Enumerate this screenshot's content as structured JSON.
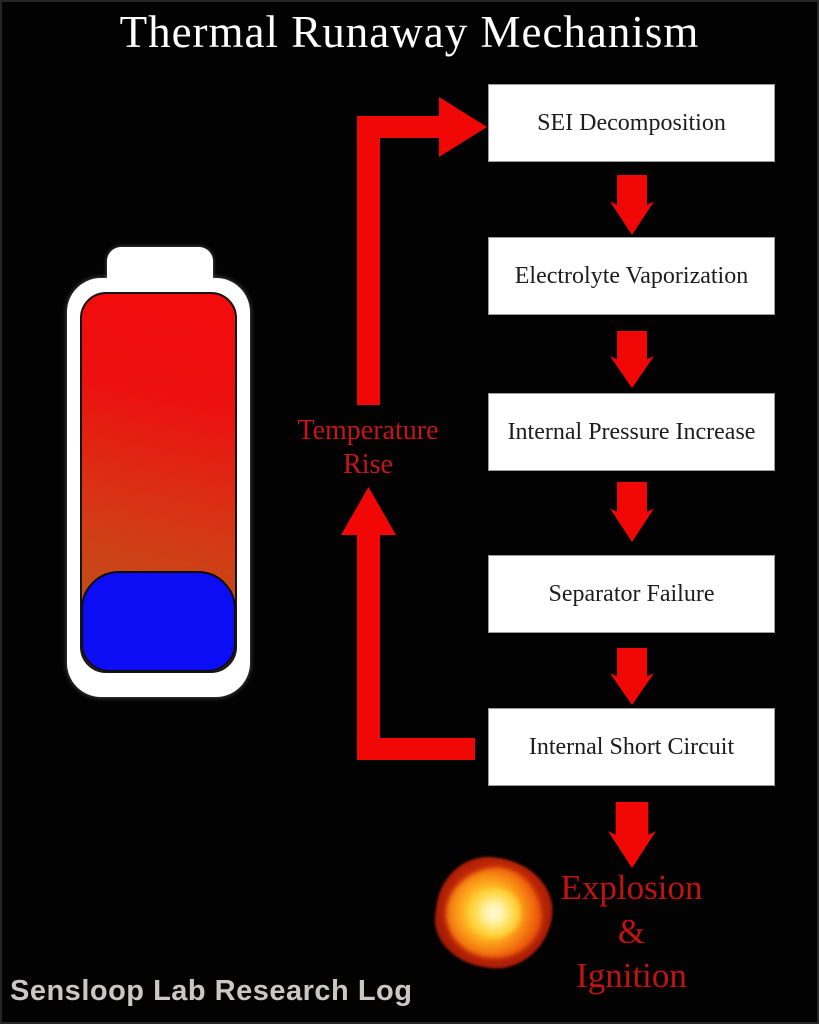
{
  "title": "Thermal Runaway Mechanism",
  "flow": {
    "steps": [
      "SEI Decomposition",
      "Electrolyte Vaporization",
      "Internal Pressure Increase",
      "Separator Failure",
      "Internal Short Circuit"
    ]
  },
  "loop_label": {
    "line1": "Temperature",
    "line2": "Rise"
  },
  "outcome": {
    "line1": "Explosion",
    "line2": "&",
    "line3": "Ignition"
  },
  "watermark": "Sensloop Lab Research Log",
  "colors": {
    "background": "#020202",
    "arrow_red": "#f20707",
    "loop_label_red": "#c51616",
    "outcome_red": "#c31212",
    "box_background": "#ffffff",
    "box_text": "#1d1d1d",
    "battery_shell_white": "#ffffff",
    "battery_hot_top": "#f40b0b",
    "battery_hot_bottom": "#b05c1e",
    "battery_cool_blue": "#0c0cf5",
    "watermark_gray": "#cac7c4",
    "title_white": "#ffffff"
  }
}
